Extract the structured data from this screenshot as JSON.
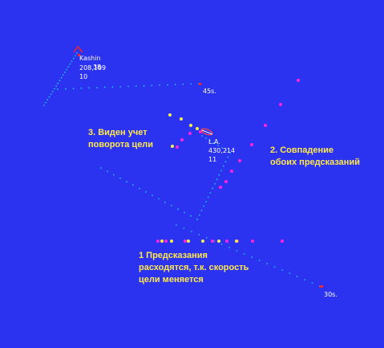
{
  "annotations": {
    "turn": "3. Виден учет\nповорота цели",
    "match": "2. Совпадение\nобоих предсказаний",
    "diverge": "1 Предсказания\nрасходятся, т.к. скорость\nцели меняется"
  },
  "targets": {
    "kashin": {
      "name": "Kashin",
      "extra": "38",
      "coords": "208,109",
      "speed": "10"
    },
    "la": {
      "name": "L.A.",
      "coords": "430,214",
      "speed": "11"
    }
  },
  "time_labels": {
    "t45": "45s.",
    "t30": "30s."
  },
  "colors": {
    "background": "#2b33f0",
    "track": "#19c6f0",
    "prediction_a": "#ff22dd",
    "prediction_b": "#f2f24a",
    "marker": "#ff2222",
    "annotation": "#ffe84a",
    "label": "#ffffff"
  }
}
